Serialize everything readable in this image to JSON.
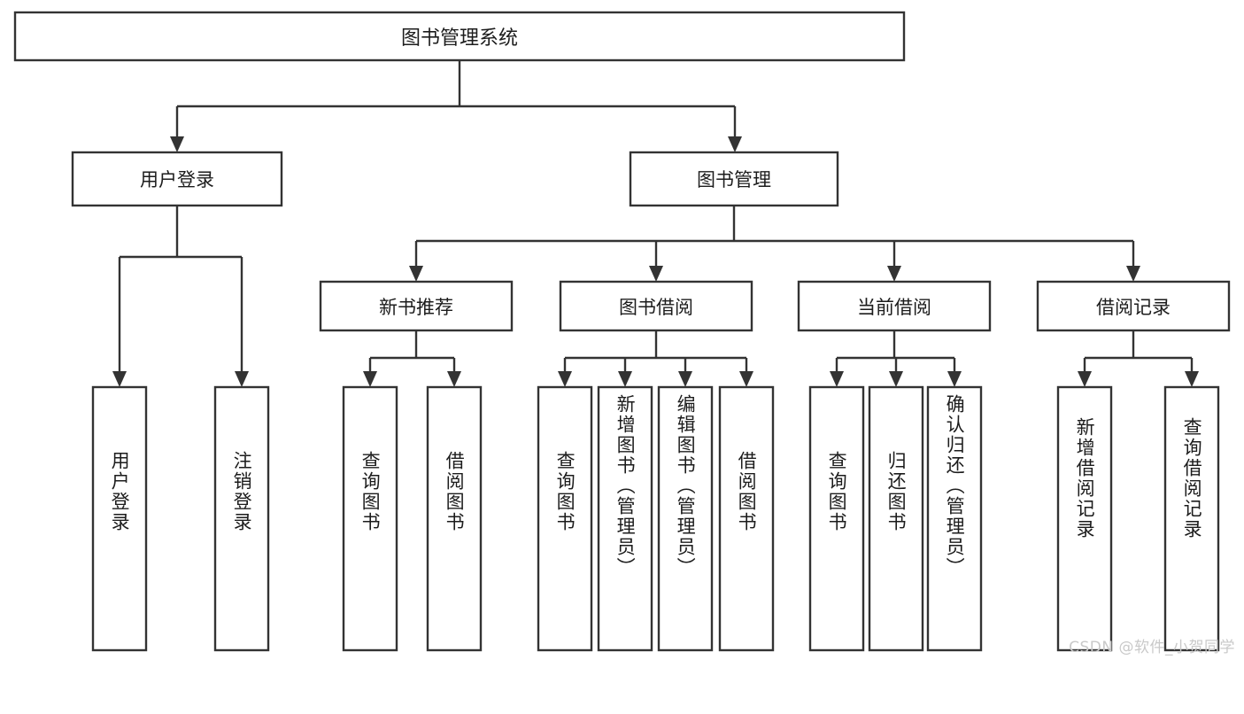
{
  "diagram": {
    "title": "图书管理系统",
    "type": "hierarchy-tree",
    "watermark": "CSDN @软件_小贺同学",
    "colors": {
      "box_fill": "#ffffff",
      "box_stroke": "#333333",
      "text": "#1c1c1c",
      "watermark": "#c9c9c9",
      "background": "#ffffff"
    },
    "root": {
      "label": "图书管理系统"
    },
    "level2": [
      {
        "label": "用户登录"
      },
      {
        "label": "图书管理"
      }
    ],
    "level3": [
      {
        "label": "新书推荐"
      },
      {
        "label": "图书借阅"
      },
      {
        "label": "当前借阅"
      },
      {
        "label": "借阅记录"
      }
    ],
    "leaves": {
      "user_login": [
        {
          "label": "用户登录"
        },
        {
          "label": "注销登录"
        }
      ],
      "new_book_recommend": [
        {
          "label": "查询图书"
        },
        {
          "label": "借阅图书"
        }
      ],
      "book_borrow": [
        {
          "label": "查询图书"
        },
        {
          "label": "新增图书（管理员）"
        },
        {
          "label": "编辑图书（管理员）"
        },
        {
          "label": "借阅图书"
        }
      ],
      "current_borrow": [
        {
          "label": "查询图书"
        },
        {
          "label": "归还图书"
        },
        {
          "label": "确认归还（管理员）"
        }
      ],
      "borrow_record": [
        {
          "label": "新增借阅记录"
        },
        {
          "label": "查询借阅记录"
        }
      ]
    }
  }
}
